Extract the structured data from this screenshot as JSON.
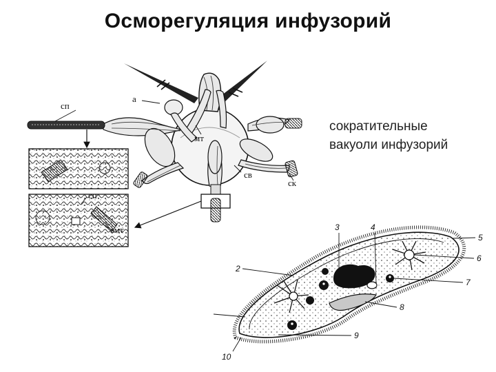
{
  "slide": {
    "title": "Осморегуляция инфузорий",
    "caption_line1": "сократительные",
    "caption_line2": "вакуоли инфузорий"
  },
  "top_diagram": {
    "labels": {
      "a": "а",
      "sp": "сп",
      "mt": "мт",
      "sv": "св",
      "sk": "ск",
      "sp_inset": "сп",
      "amt": "амт"
    }
  },
  "paramecium": {
    "labels": [
      "2",
      "3",
      "4",
      "5",
      "6",
      "7",
      "8",
      "9",
      "10"
    ]
  }
}
